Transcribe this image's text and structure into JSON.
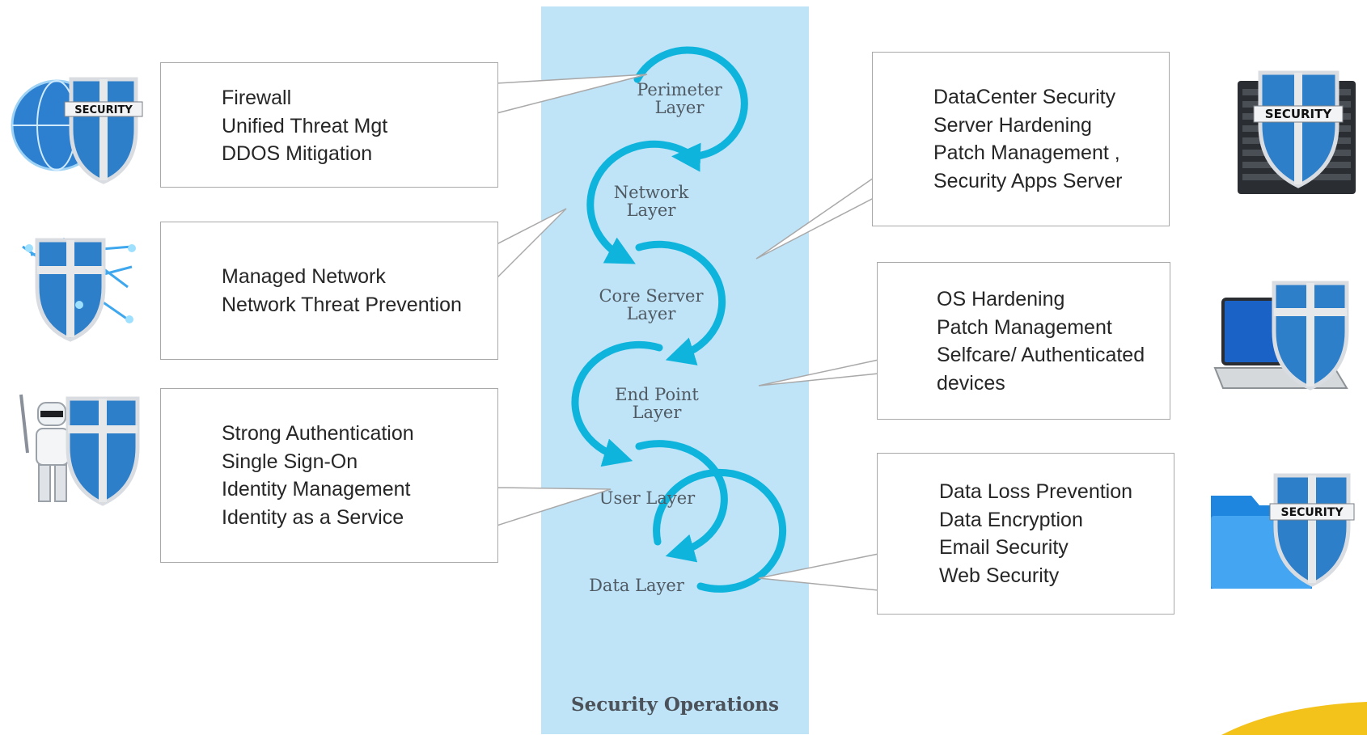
{
  "diagram": {
    "bottom_title": "Security Operations",
    "layers": [
      {
        "label": "Perimeter\nLayer"
      },
      {
        "label": "Network\nLayer"
      },
      {
        "label": "Core Server\nLayer"
      },
      {
        "label": "End Point\nLayer"
      },
      {
        "label": "User Layer"
      },
      {
        "label": "Data Layer"
      }
    ],
    "left_callouts": [
      {
        "lines": [
          "Firewall",
          "Unified Threat Mgt",
          "DDOS Mitigation"
        ]
      },
      {
        "lines": [
          "Managed Network",
          "Network Threat Prevention"
        ]
      },
      {
        "lines": [
          "Strong Authentication",
          "Single Sign-On",
          "Identity Management",
          "Identity as a Service"
        ]
      }
    ],
    "right_callouts": [
      {
        "lines": [
          "DataCenter Security",
          "Server Hardening",
          "Patch Management ,",
          "Security Apps Server"
        ]
      },
      {
        "lines": [
          "OS Hardening",
          "Patch Management",
          "Selfcare/ Authenticated",
          "devices"
        ]
      },
      {
        "lines": [
          "Data Loss Prevention",
          "Data Encryption",
          "Email Security",
          "Web Security"
        ]
      }
    ],
    "shield_text": "SECURITY",
    "icons": [
      "globe-shield-icon",
      "network-shield-icon",
      "robot-shield-icon",
      "server-shield-icon",
      "laptop-shield-icon",
      "folder-shield-icon"
    ],
    "colors": {
      "band": "#bfe3f7",
      "spiral": "#0fb4dd",
      "shield": "#2e7fc9",
      "text": "#262626"
    }
  }
}
